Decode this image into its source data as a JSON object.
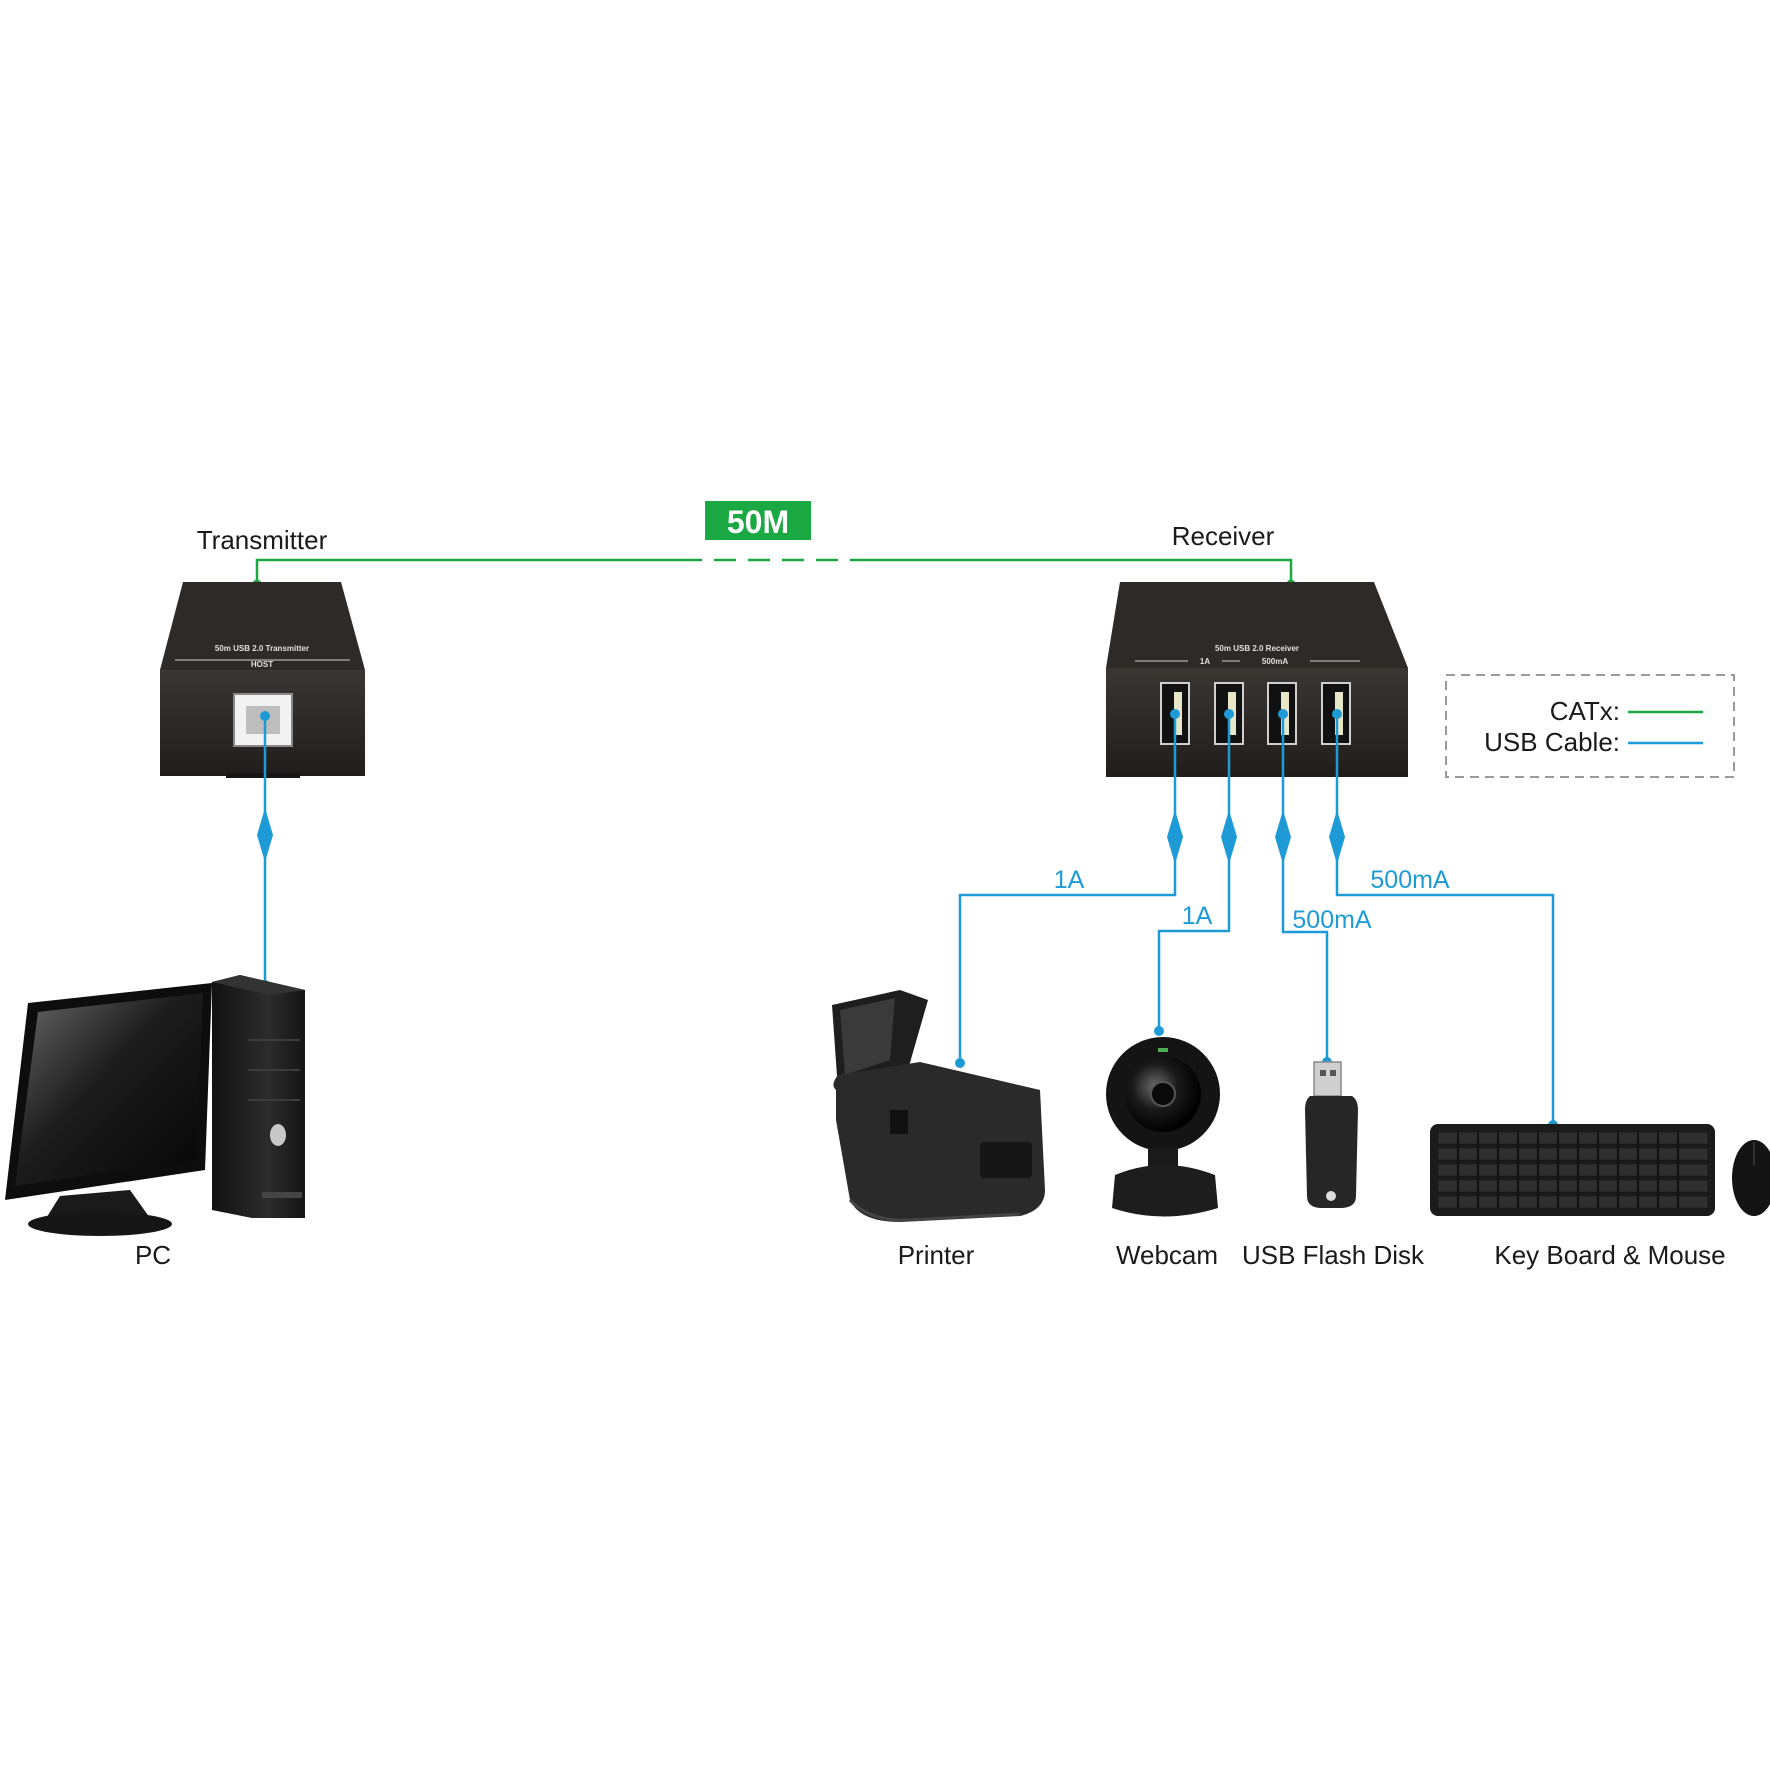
{
  "colors": {
    "catx": "#1aa842",
    "usb": "#1e9bd7",
    "device": "#2a2624",
    "badge": "#1aa842"
  },
  "distance_badge": "50M",
  "transmitter": {
    "label": "Transmitter",
    "face_text": "50m USB 2.0 Transmitter",
    "port_label": "HOST"
  },
  "receiver": {
    "label": "Receiver",
    "face_text": "50m USB 2.0 Receiver",
    "group_labels": [
      "1A",
      "500mA"
    ]
  },
  "legend": {
    "catx_label": "CATx:",
    "usb_label": "USB  Cable:"
  },
  "devices": {
    "pc": {
      "label": "PC"
    },
    "printer": {
      "label": "Printer",
      "current": "1A"
    },
    "webcam": {
      "label": "Webcam",
      "current": "1A"
    },
    "flash": {
      "label": "USB Flash Disk",
      "current": "500mA"
    },
    "keyboard": {
      "label": "Key Board & Mouse",
      "current": "500mA"
    }
  }
}
